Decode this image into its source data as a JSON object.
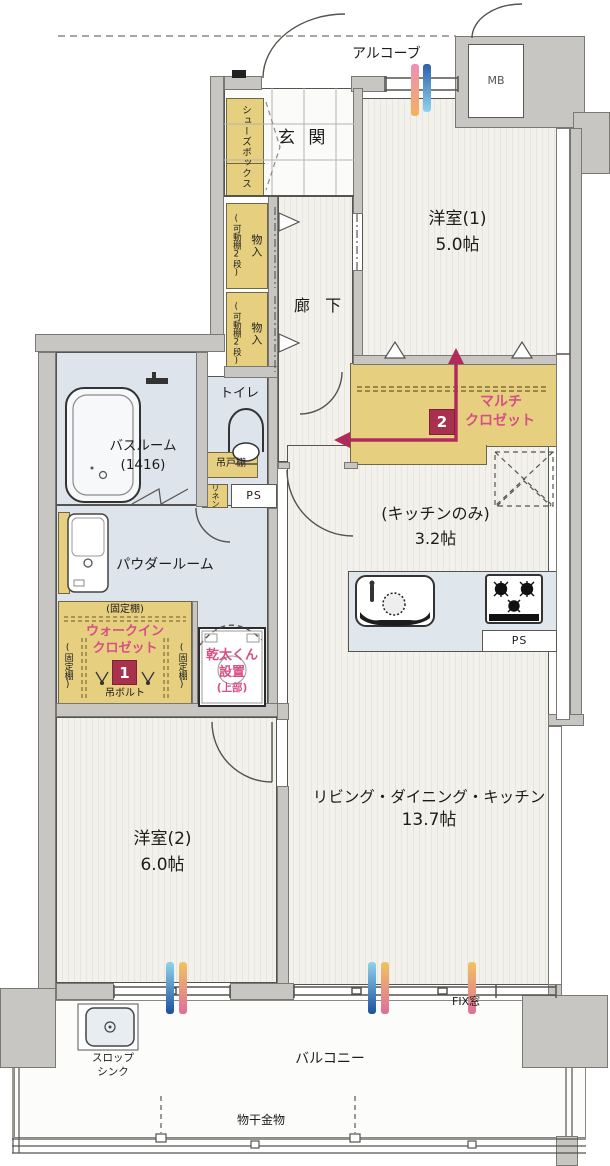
{
  "palette": {
    "wall_gray": "#c8c6c2",
    "floor_cream": "#f3f1eb",
    "wet_blue": "#dde4ec",
    "storage_yellow": "#e7cf80",
    "accent_magenta": "#d64f85",
    "marker_red": "#a8324e",
    "arrow_crimson": "#b02a5c"
  },
  "exterior": {
    "alcove_label": "アルコーブ",
    "meter_box_label": "MB",
    "balcony_label": "バルコニー",
    "drying_hardware_label": "物干金物",
    "fix_window_label": "FIX窓",
    "slop_sink_line1": "スロップ",
    "slop_sink_line2": "シンク"
  },
  "entrance": {
    "genkan_label": "玄 関",
    "shoes_box_label": "シューズボックス"
  },
  "corridor": {
    "label": "廊 下",
    "storage1_name": "物入",
    "storage1_note": "(可動棚2段)",
    "storage2_name": "物入",
    "storage2_note": "(可動棚2段)"
  },
  "sanitary": {
    "bathroom_line1": "バスルーム",
    "bathroom_line2": "(1416)",
    "toilet_label": "トイレ",
    "hanging_cupboard_label": "吊戸棚",
    "linen_label": "リネン",
    "ps_label": "PS",
    "powder_room_label": "パウダールーム",
    "dryer_line1": "乾太くん",
    "dryer_line2": "設置",
    "dryer_line3": "(上部)"
  },
  "kitchen": {
    "name_label": "(キッチンのみ)",
    "size_label": "3.2帖",
    "ps_label": "PS"
  },
  "rooms": {
    "bedroom1_name": "洋室(1)",
    "bedroom1_size": "5.0帖",
    "bedroom2_name": "洋室(2)",
    "bedroom2_size": "6.0帖",
    "ldk_name": "リビング・ダイニング・キッチン",
    "ldk_size": "13.7帖"
  },
  "closets": {
    "multi_line1": "マルチ",
    "multi_line2": "クロゼット",
    "multi_marker": "2",
    "wic_line1": "ウォークイン",
    "wic_line2": "クロゼット",
    "wic_marker": "1",
    "wic_shelf_top": "(固定棚)",
    "wic_shelf_left": "(固定棚)",
    "wic_shelf_right": "(固定棚)",
    "wic_bolt": "吊ボルト"
  }
}
